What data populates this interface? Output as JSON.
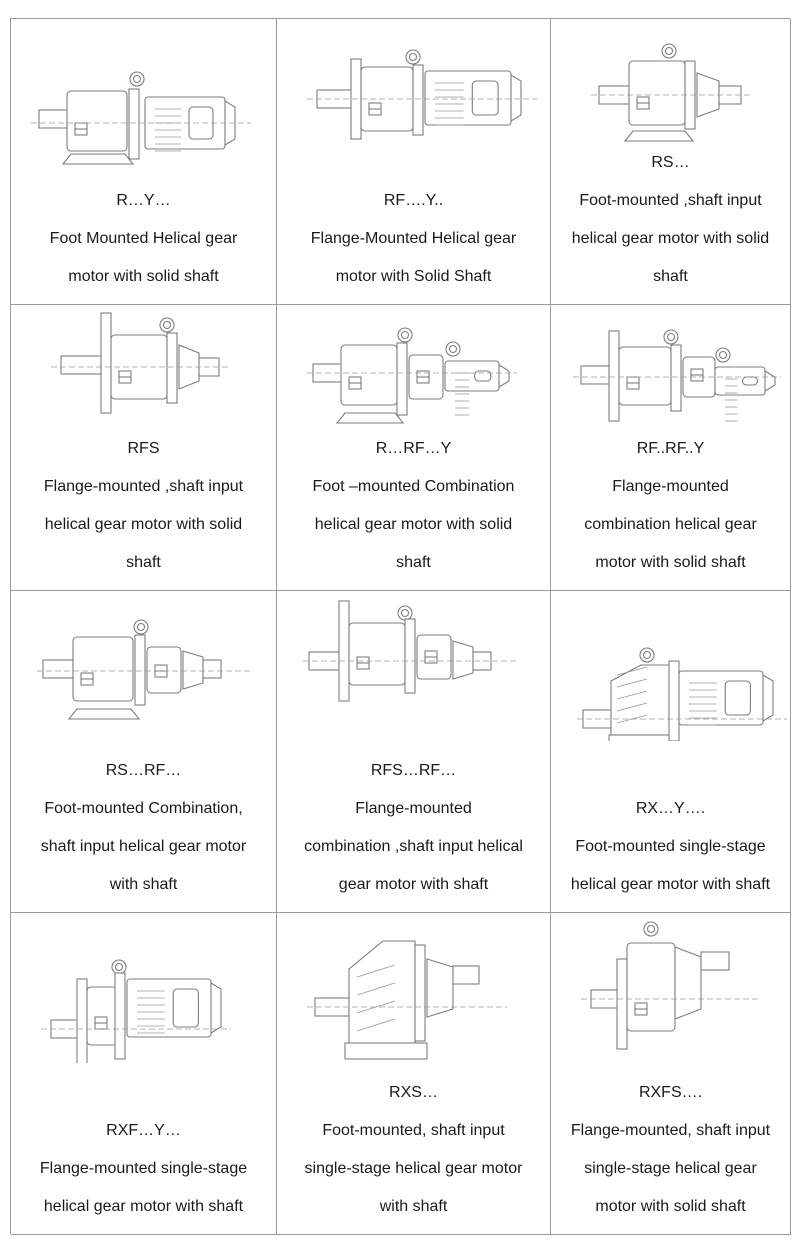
{
  "products": [
    {
      "model": "R…Y…",
      "description": [
        "Foot Mounted Helical gear",
        "motor with solid shaft"
      ],
      "icon": "foot-mounted-gear-motor-icon"
    },
    {
      "model": "RF….Y..",
      "description": [
        "Flange-Mounted Helical gear",
        "motor with Solid Shaft"
      ],
      "icon": "flange-mounted-gear-motor-icon"
    },
    {
      "model": "RS…",
      "description": [
        "Foot-mounted ,shaft input",
        "helical gear motor with solid",
        "shaft"
      ],
      "icon": "foot-mounted-shaft-input-reducer-icon"
    },
    {
      "model": "RFS",
      "description": [
        "Flange-mounted ,shaft input",
        "helical gear motor with solid",
        "shaft"
      ],
      "icon": "flange-mounted-shaft-input-reducer-icon"
    },
    {
      "model": "R…RF…Y",
      "description": [
        "Foot –mounted Combination",
        "helical gear motor with solid",
        "shaft"
      ],
      "icon": "foot-mounted-combination-gear-motor-icon"
    },
    {
      "model": "RF..RF..Y",
      "description": [
        "Flange-mounted",
        "combination helical gear",
        "motor with solid shaft"
      ],
      "icon": "flange-mounted-combination-gear-motor-icon"
    },
    {
      "model": "RS…RF…",
      "description": [
        "Foot-mounted Combination,",
        "shaft input helical gear motor",
        "with shaft"
      ],
      "icon": "foot-mounted-combination-shaft-input-icon"
    },
    {
      "model": "RFS…RF…",
      "description": [
        "Flange-mounted",
        "combination ,shaft input helical",
        "gear motor with shaft"
      ],
      "icon": "flange-mounted-combination-shaft-input-icon"
    },
    {
      "model": "RX…Y….",
      "description": [
        "Foot-mounted single-stage",
        "helical gear motor with shaft"
      ],
      "icon": "foot-mounted-single-stage-gear-motor-icon"
    },
    {
      "model": "RXF…Y…",
      "description": [
        "Flange-mounted single-stage",
        "helical gear motor with shaft"
      ],
      "icon": "flange-mounted-single-stage-gear-motor-icon"
    },
    {
      "model": "RXS…",
      "description": [
        "Foot-mounted, shaft input",
        "single-stage helical gear motor",
        "with shaft"
      ],
      "icon": "foot-mounted-single-stage-shaft-input-icon"
    },
    {
      "model": "RXFS….",
      "description": [
        "Flange-mounted, shaft input",
        "single-stage helical gear",
        "motor with solid shaft"
      ],
      "icon": "flange-mounted-single-stage-shaft-input-icon"
    }
  ]
}
